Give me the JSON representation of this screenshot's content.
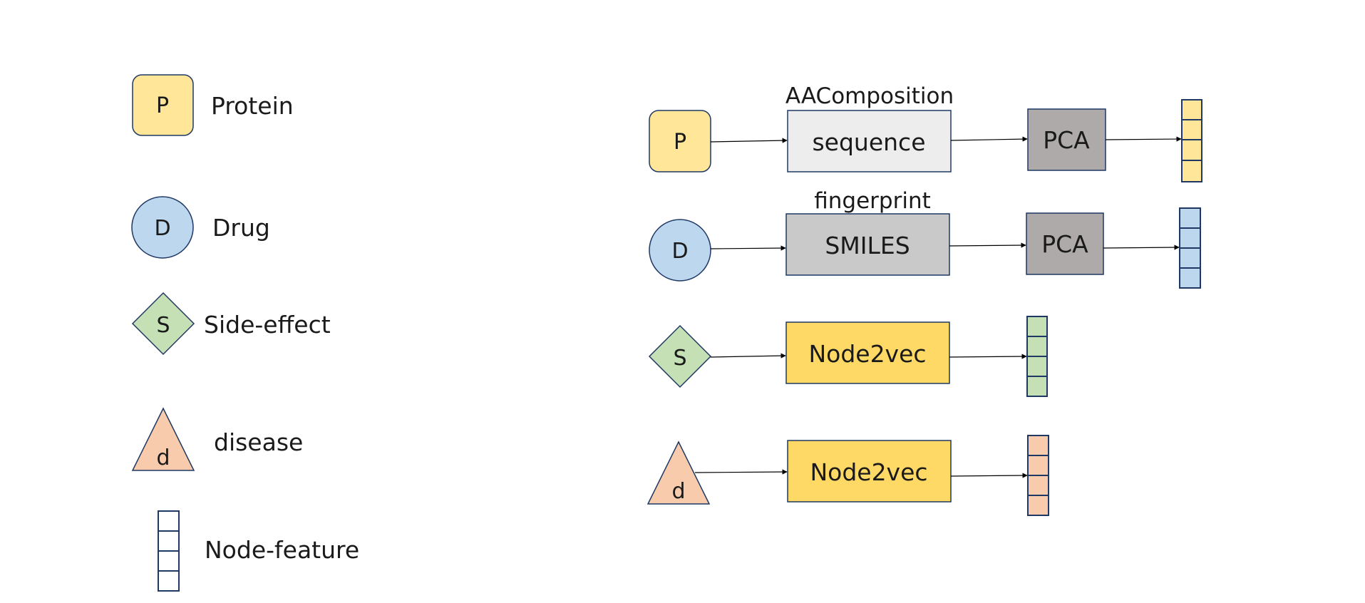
{
  "colors": {
    "protein": "#ffe699",
    "drug": "#bdd7ee",
    "side_effect": "#c5e0b4",
    "disease": "#f8cbad",
    "outline": "#1f3864",
    "sequence_box": "#ededed",
    "smiles_box": "#c9c9c9",
    "pca_box": "#aeaaaa",
    "node2vec_box": "#ffd966",
    "node_feature_outline": "#1f3864"
  },
  "legend": {
    "protein": {
      "symbol": "P",
      "label": "Protein"
    },
    "drug": {
      "symbol": "D",
      "label": "Drug"
    },
    "side_effect": {
      "symbol": "S",
      "label": "Side-effect"
    },
    "disease": {
      "symbol": "d",
      "label": "disease"
    },
    "node_feature": {
      "label": "Node-feature"
    }
  },
  "pipelines": {
    "protein": {
      "node": "P",
      "caption": "AAComposition",
      "input_label": "sequence",
      "reduce_label": "PCA"
    },
    "drug": {
      "node": "D",
      "caption": "fingerprint",
      "input_label": "SMILES",
      "reduce_label": "PCA"
    },
    "side_effect": {
      "node": "S",
      "embed_label": "Node2vec"
    },
    "disease": {
      "node": "d",
      "embed_label": "Node2vec"
    }
  }
}
